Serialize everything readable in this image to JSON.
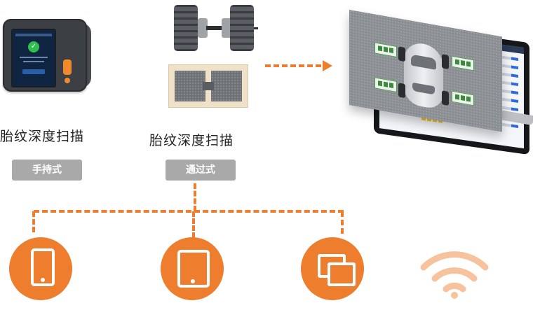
{
  "handheld": {
    "title": "胎纹深度扫描",
    "tag": "手持式"
  },
  "passthrough": {
    "title": "胎纹深度扫描",
    "tag": "通过式"
  },
  "devices": [
    {
      "icon": "smartphone-icon"
    },
    {
      "icon": "tablet-icon"
    },
    {
      "icon": "multi-window-icon"
    },
    {
      "icon": "wifi-icon"
    }
  ],
  "colors": {
    "accent": "#ee7d2d",
    "tag_bg": "#a9a9a9",
    "wifi": "#f7c39d"
  }
}
